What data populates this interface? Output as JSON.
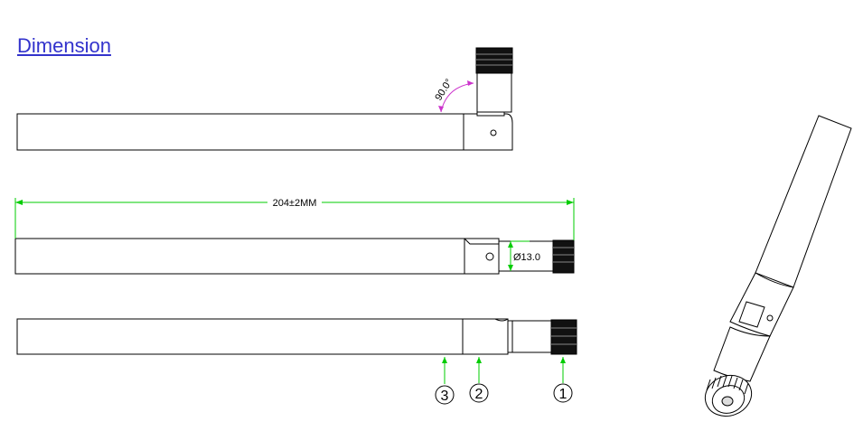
{
  "header": {
    "title": "Dimension"
  },
  "labels": {
    "angle": "90.0°",
    "length": "204±2MM",
    "diameter": "Ø13.0"
  },
  "callouts": [
    "1",
    "2",
    "3"
  ],
  "colors": {
    "outline": "#000000",
    "dimension_line": "#00cc00",
    "angle_arc": "#cc33cc",
    "heading": "#3333cc"
  }
}
